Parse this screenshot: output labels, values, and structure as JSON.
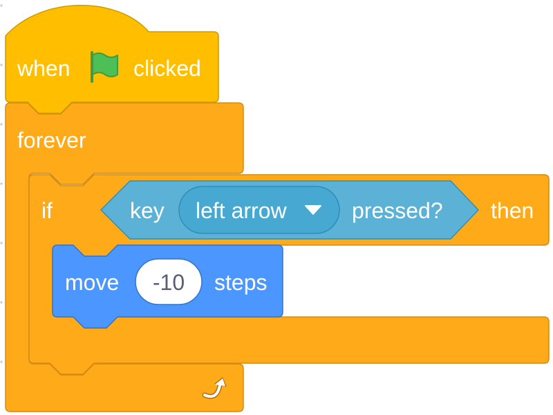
{
  "script": {
    "hat": {
      "label_when": "when",
      "flag_icon": "green-flag-icon",
      "label_clicked": "clicked",
      "color": "#FFBF00"
    },
    "forever": {
      "label": "forever",
      "loop_icon": "loop-arrow-icon",
      "color": "#FFAB19"
    },
    "if_block": {
      "label_if": "if",
      "label_then": "then",
      "color": "#FFAB19"
    },
    "condition": {
      "label_key": "key",
      "dropdown_value": "left arrow",
      "label_pressed": "pressed?",
      "color": "#5CB1D6"
    },
    "move": {
      "label_move": "move",
      "steps_value": "-10",
      "label_steps": "steps",
      "color": "#4C97FF"
    }
  }
}
